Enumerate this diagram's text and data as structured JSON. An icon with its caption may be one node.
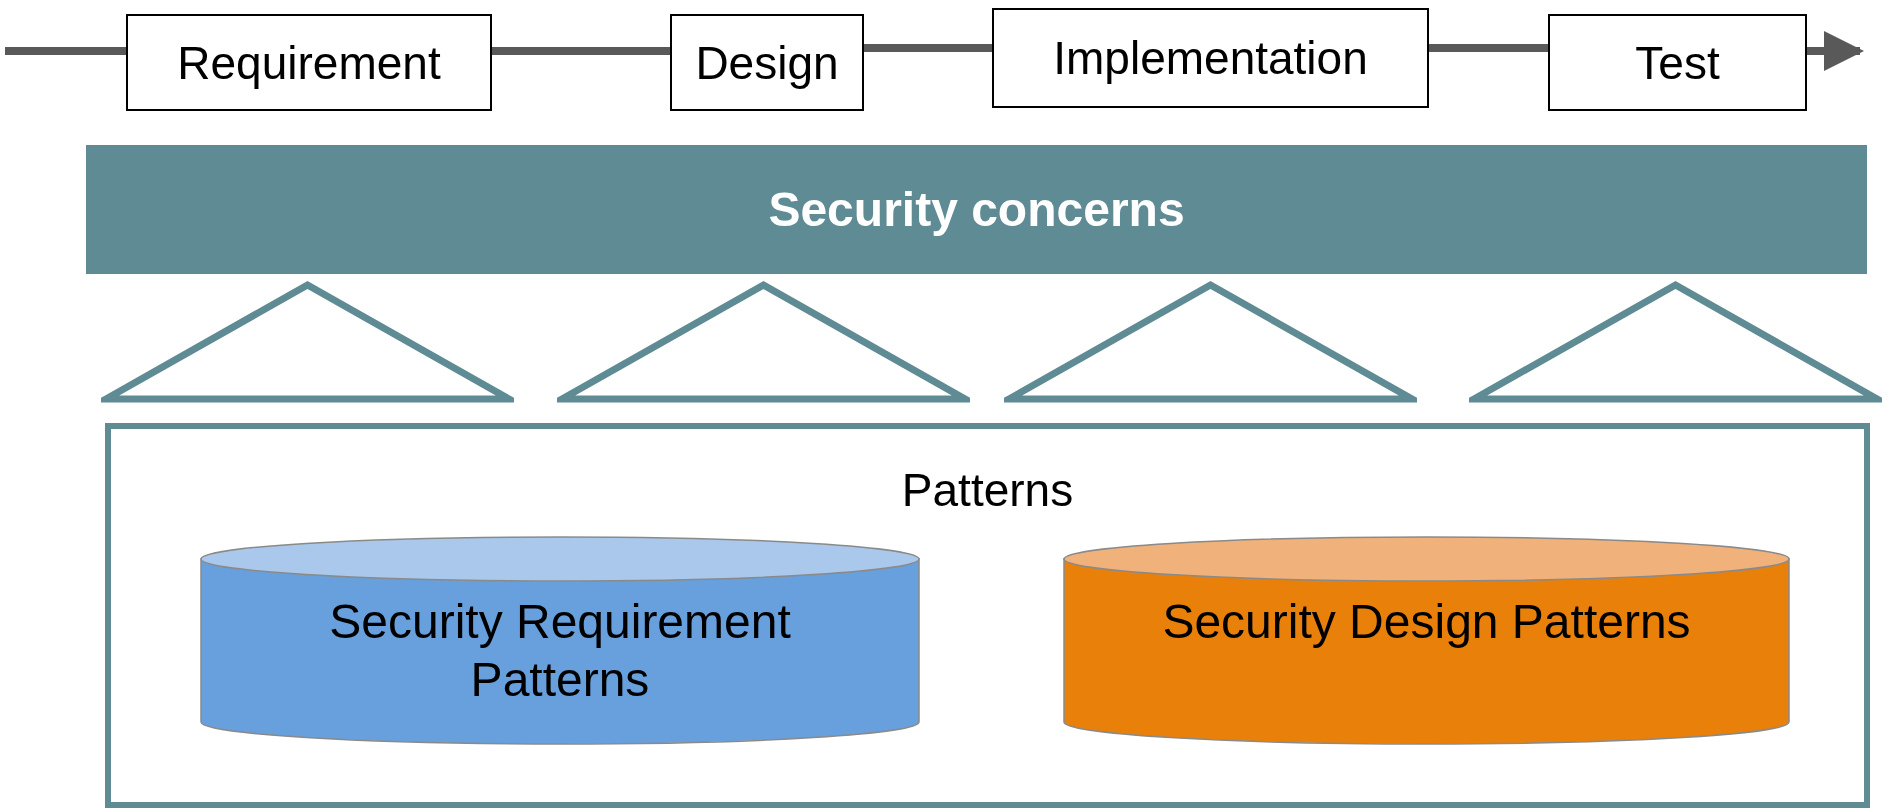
{
  "diagram": {
    "nodes": [
      {
        "text": [
          "Requirement"
        ]
      },
      {
        "text": [
          "Design"
        ]
      },
      {
        "text": [
          "Implementation"
        ]
      },
      {
        "text": [
          "Test"
        ]
      },
      {
        "text": [
          "Security concerns"
        ]
      },
      {
        "text": [],
        "shape": "triangle"
      },
      {
        "text": [],
        "shape": "triangle"
      },
      {
        "text": [],
        "shape": "triangle"
      },
      {
        "text": [],
        "shape": "triangle"
      },
      {
        "text": [
          "Patterns"
        ]
      },
      {
        "text": [
          "Security Requirement Patterns"
        ],
        "in": 9
      },
      {
        "text": [
          "Security Design Patterns"
        ],
        "in": 9
      }
    ],
    "edges": [
      {
        "from": null,
        "to": 0,
        "arrow": "none"
      },
      {
        "from": 0,
        "to": 1,
        "arrow": "none"
      },
      {
        "from": 1,
        "to": 2,
        "arrow": "none"
      },
      {
        "from": 2,
        "to": 3,
        "arrow": "none"
      },
      {
        "from": 3,
        "to": null,
        "arrow": "to"
      }
    ]
  }
}
